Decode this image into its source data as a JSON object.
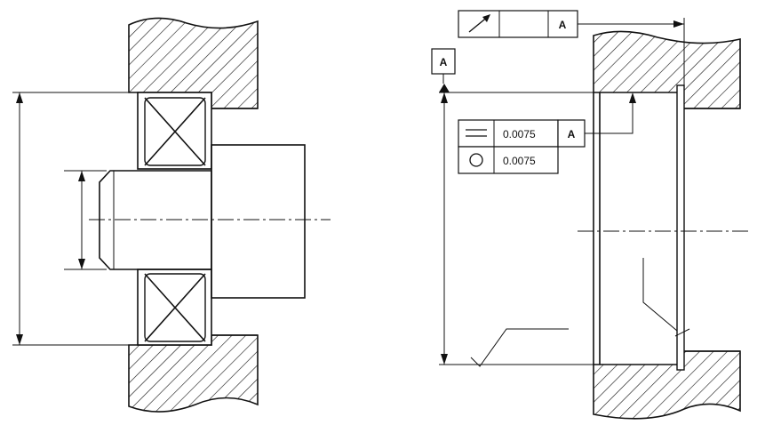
{
  "callouts": {
    "runout_datum": "A",
    "datum_label": "A",
    "parallelism_tolerance": "0.0075",
    "parallelism_datum": "A",
    "circularity_tolerance": "0.0075"
  },
  "symbols": {
    "runout": "runout-arrow-icon",
    "parallelism": "parallelism-icon",
    "circularity": "circularity-icon",
    "datum_triangle": "datum-triangle-icon"
  },
  "colors": {
    "ink": "#111111",
    "paper": "#ffffff"
  }
}
